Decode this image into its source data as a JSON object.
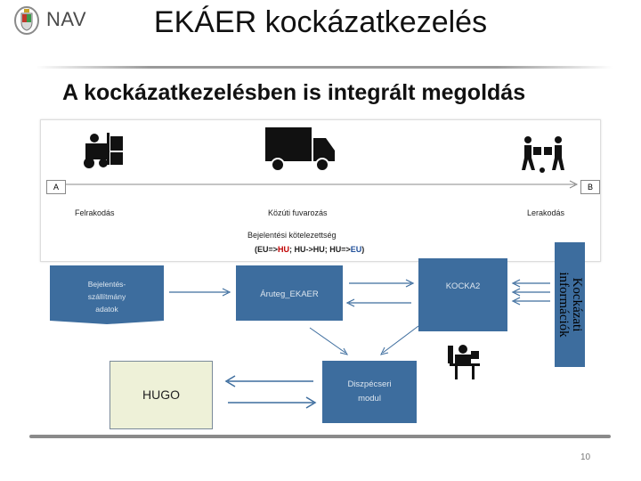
{
  "header": {
    "logo_text": "NAV",
    "title": "EKÁER kockázatkezelés"
  },
  "subtitle": "A kockázatkezelésben is integrált megoldás",
  "panel": {
    "point_a": "A",
    "point_b": "B",
    "loading": "Felrakodás",
    "road_transport": "Közúti fuvarozás",
    "unloading": "Lerakodás",
    "obligation": "Bejelentési kötelezettség",
    "routes": [
      "(EU=>",
      "HU",
      "; HU->HU; HU=>",
      "EU",
      ")"
    ]
  },
  "flow": {
    "declaration_box": [
      "Bejelentés-",
      "szállítmány",
      "adatok"
    ],
    "goods_box": "Áruteg_EKAER",
    "risk_box": "KOCKA2",
    "dispatch_box": [
      "Diszpécseri",
      "modul"
    ],
    "hugo": "HUGO",
    "risk_info": [
      "Kockázati",
      "információk"
    ]
  },
  "colors": {
    "box_blue": "#3d6d9e",
    "hugo_fill": "#eef1d8",
    "route_red": "#c00000",
    "route_blue": "#1f4e9a"
  },
  "icons": [
    "forklift-icon",
    "truck-icon",
    "workers-icon",
    "dispatcher-icon",
    "coat-of-arms-icon"
  ],
  "page_number": "10"
}
